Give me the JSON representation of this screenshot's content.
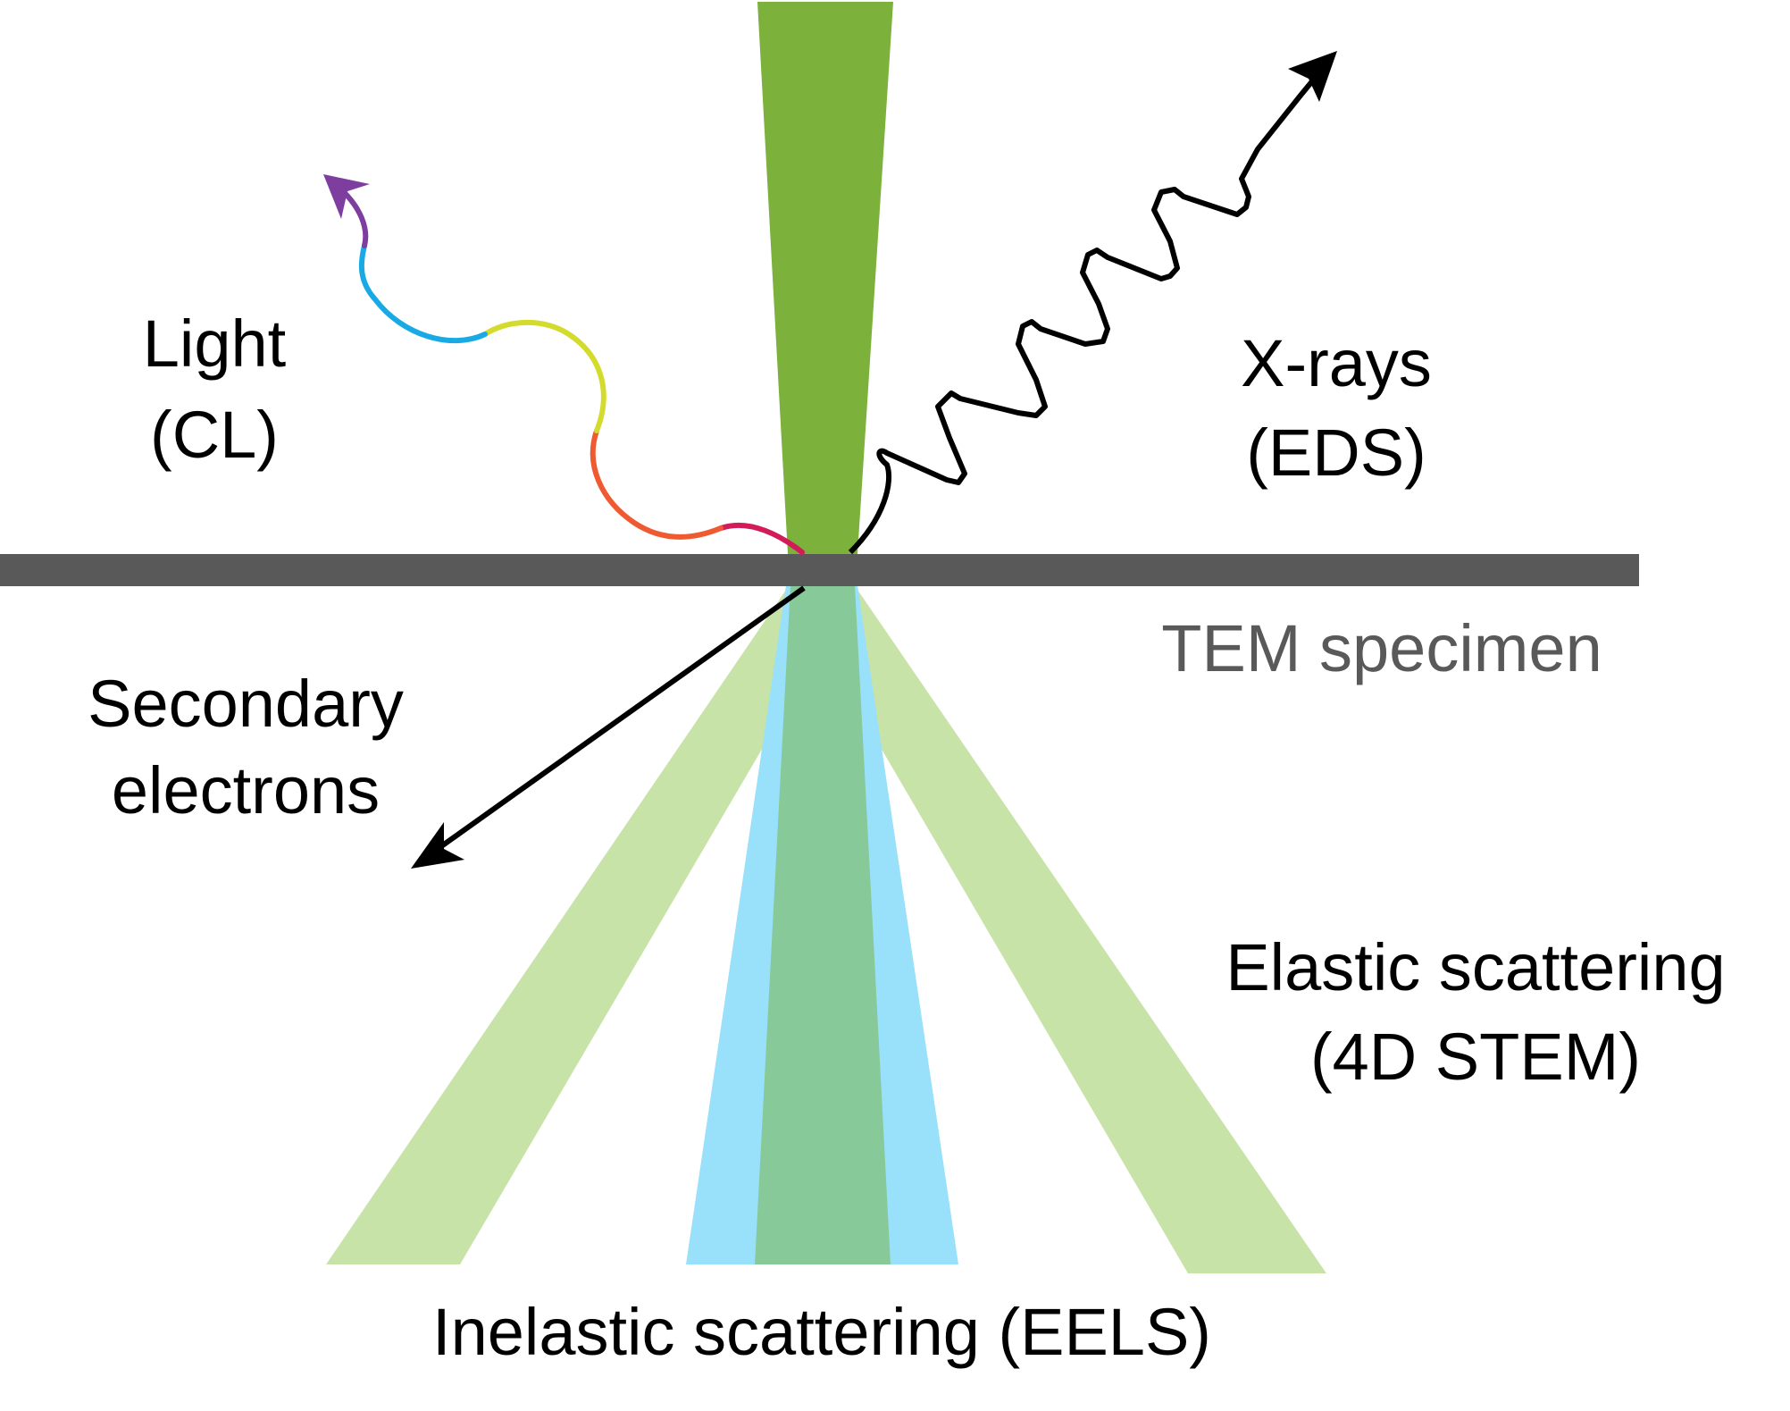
{
  "colors": {
    "beam": "#7cb13b",
    "elastic": "#c8e3a8",
    "inelastic_outer": "#99e0fb",
    "inelastic_inner": "#87c999",
    "specimen": "#595959",
    "text": "#000000",
    "specimen_text": "#595959",
    "arrows": "#000000",
    "light_segments": [
      "#d21c5a",
      "#f05a30",
      "#d3dc2d",
      "#19aae5",
      "#7e3ea0"
    ]
  },
  "labels": {
    "light": [
      "Light",
      "(CL)"
    ],
    "xrays": [
      "X-rays",
      "(EDS)"
    ],
    "specimen": "TEM specimen",
    "secondary": [
      "Secondary",
      "electrons"
    ],
    "elastic": [
      "Elastic scattering",
      "(4D STEM)"
    ],
    "inelastic": "Inelastic scattering (EELS)"
  }
}
